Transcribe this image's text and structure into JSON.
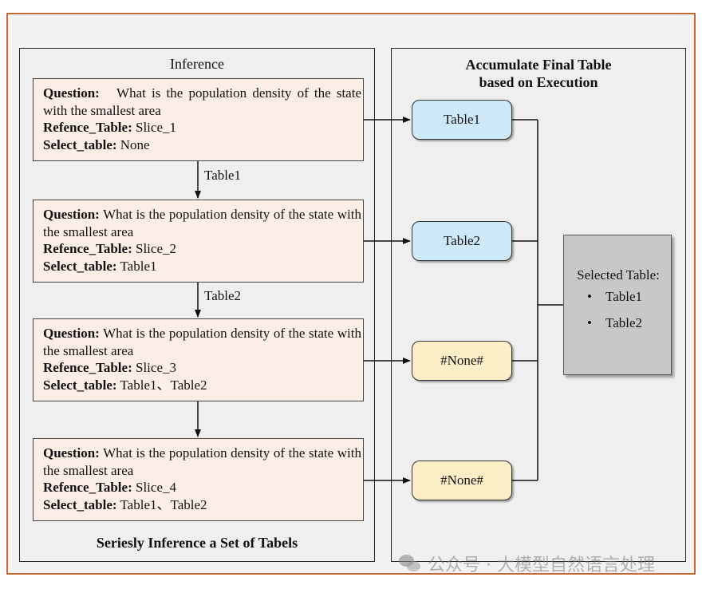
{
  "left_panel": {
    "title": "Inference",
    "footer": "Seriesly Inference a Set of Tabels",
    "steps": [
      {
        "question_label": "Question:",
        "question": "What is the population density of the state with the smallest area",
        "ref_label": "Refence_Table:",
        "ref": "Slice_1",
        "select_label": "Select_table:",
        "select": "None"
      },
      {
        "question_label": "Question:",
        "question": "What is the population density of the state with the smallest area",
        "ref_label": "Refence_Table:",
        "ref": "Slice_2",
        "select_label": "Select_table:",
        "select": "Table1"
      },
      {
        "question_label": "Question:",
        "question": "What is the population density of the state with the smallest area",
        "ref_label": "Refence_Table:",
        "ref": "Slice_3",
        "select_label": "Select_table:",
        "select": "Table1、Table2"
      },
      {
        "question_label": "Question:",
        "question": "What is the population density of the state with the smallest area",
        "ref_label": "Refence_Table:",
        "ref": "Slice_4",
        "select_label": "Select_table:",
        "select": "Table1、Table2"
      }
    ],
    "arrow_labels": [
      "Table1",
      "Table2"
    ]
  },
  "right_panel": {
    "title_line1": "Accumulate Final Table",
    "title_line2": "based on Execution",
    "results": [
      "Table1",
      "Table2",
      "#None#",
      "#None#"
    ],
    "result_colors": {
      "table": "#cde9f7",
      "none": "#fcefc8"
    },
    "selected": {
      "title": "Selected Table:",
      "items": [
        "Table1",
        "Table2"
      ]
    }
  },
  "watermark": "公众号 · 大模型自然语言处理"
}
